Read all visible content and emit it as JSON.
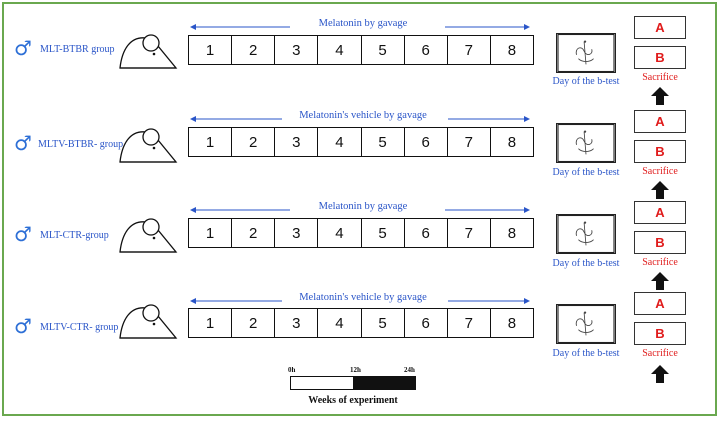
{
  "groups": [
    {
      "name": "MLT-BTBR group",
      "treatment": "Melatonin by gavage",
      "test_label": "Day of the b-test"
    },
    {
      "name": "MLTV-BTBR- group",
      "treatment": "Melatonin's vehicle by gavage",
      "test_label": "Day of the b-test"
    },
    {
      "name": "MLT-CTR-group",
      "treatment": "Melatonin by gavage",
      "test_label": "Day of the b-test"
    },
    {
      "name": "MLTV-CTR- group",
      "treatment": "Melatonin's vehicle by gavage",
      "test_label": "Day of the b-test"
    }
  ],
  "weeks": [
    "1",
    "2",
    "3",
    "4",
    "5",
    "6",
    "7",
    "8"
  ],
  "box_a": "A",
  "box_b": "B",
  "sacrifice": "Sacrifice",
  "male_symbol": "♂",
  "icons": {
    "male": "male-symbol-icon",
    "mouse": "mouse-icon",
    "maze": "maze-test-icon",
    "arrow": "up-arrow-icon"
  },
  "timeline": {
    "start": "0h",
    "mid": "12h",
    "end": "24h",
    "title": "Weeks of experiment"
  },
  "colors": {
    "blue": "#2a55c8",
    "red": "#e01b1b",
    "frame": "#6aa84f"
  }
}
